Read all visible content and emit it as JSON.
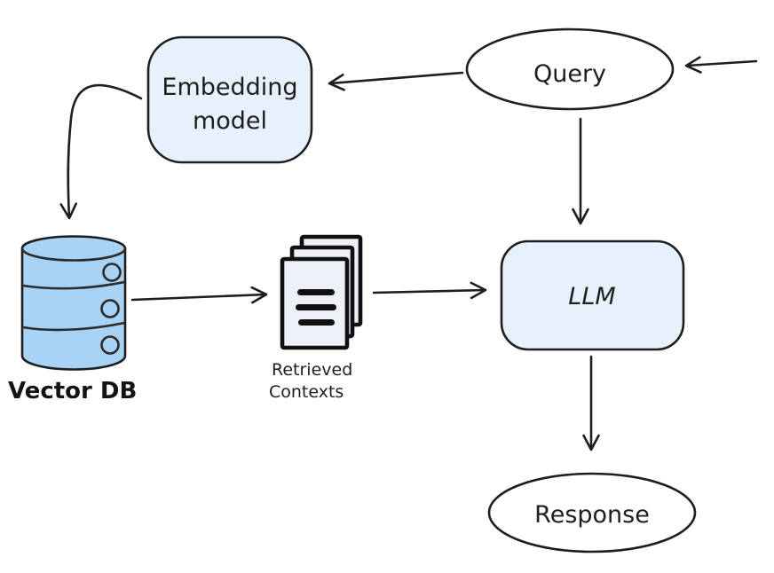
{
  "diagram": {
    "type": "flowchart",
    "style": "hand-drawn",
    "nodes": {
      "query": {
        "label": "Query",
        "shape": "ellipse"
      },
      "embedding_model": {
        "label_line1": "Embedding",
        "label_line2": "model",
        "shape": "rounded-rectangle"
      },
      "vector_db": {
        "label": "Vector DB",
        "shape": "database-cylinder"
      },
      "retrieved_contexts": {
        "label_line1": "Retrieved",
        "label_line2": "Contexts",
        "shape": "document-stack"
      },
      "llm": {
        "label": "LLM",
        "shape": "rounded-rectangle"
      },
      "response": {
        "label": "Response",
        "shape": "ellipse"
      }
    },
    "edges": [
      {
        "from": "external-input",
        "to": "query"
      },
      {
        "from": "query",
        "to": "embedding_model"
      },
      {
        "from": "embedding_model",
        "to": "vector_db"
      },
      {
        "from": "vector_db",
        "to": "retrieved_contexts"
      },
      {
        "from": "retrieved_contexts",
        "to": "llm"
      },
      {
        "from": "query",
        "to": "llm"
      },
      {
        "from": "llm",
        "to": "response"
      }
    ],
    "colors": {
      "background": "#ffffff",
      "stroke": "#1e1e1e",
      "node_fill_light_blue": "#e6f1fb",
      "cylinder_fill_blue": "#a9d3f4",
      "document_fill": "#eef0f7",
      "ellipse_fill": "#ffffff"
    }
  }
}
